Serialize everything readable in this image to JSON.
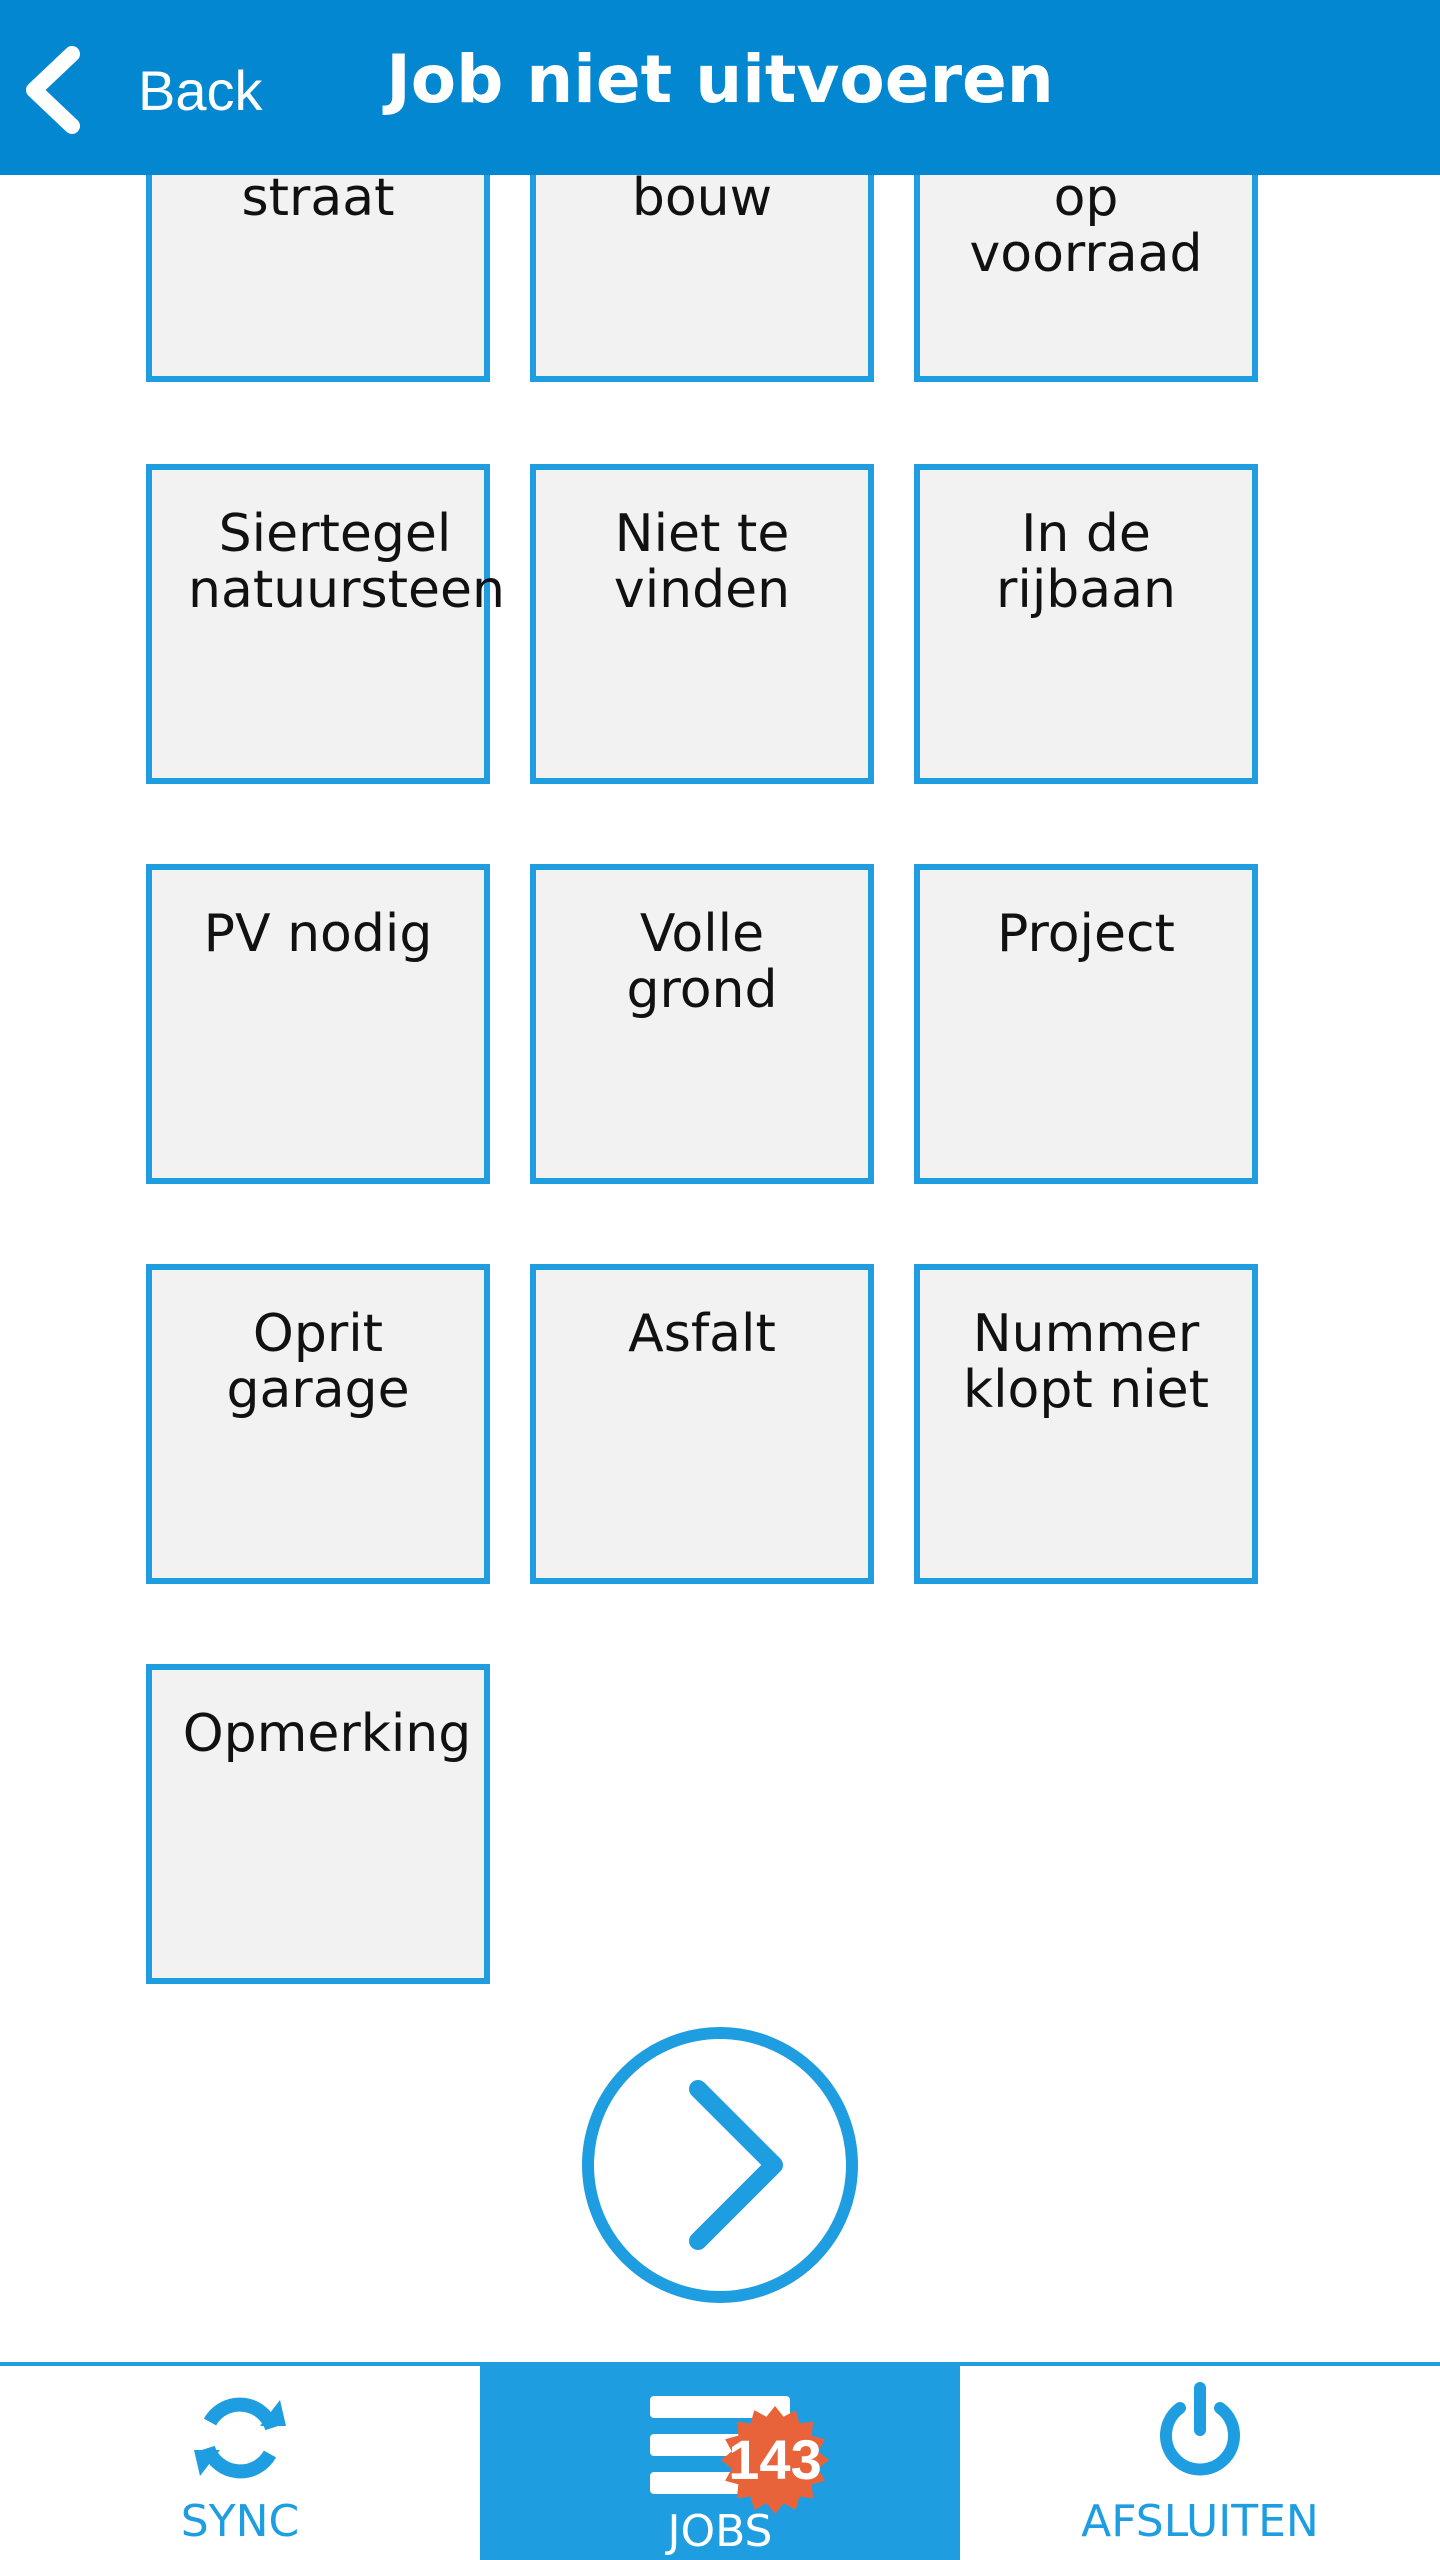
{
  "header": {
    "back_label": "Back",
    "title": "Job niet uitvoeren"
  },
  "tiles": [
    {
      "label": "straat"
    },
    {
      "label": "bouw"
    },
    {
      "label": "op\nvoorraad"
    },
    {
      "label": "Siertegel\nnatuursteen"
    },
    {
      "label": "Niet te\nvinden"
    },
    {
      "label": "In de\nrijbaan"
    },
    {
      "label": "PV nodig"
    },
    {
      "label": "Volle\ngrond"
    },
    {
      "label": "Project"
    },
    {
      "label": "Oprit\ngarage"
    },
    {
      "label": "Asfalt"
    },
    {
      "label": "Nummer\nklopt niet"
    },
    {
      "label": "Opmerking"
    }
  ],
  "next_button": {
    "icon": "chevron-right-icon"
  },
  "bottom_bar": {
    "sync_label": "SYNC",
    "jobs_label": "JOBS",
    "jobs_badge": "143",
    "close_label": "AFSLUITEN"
  },
  "colors": {
    "header_bg": "#0387d1",
    "accent": "#1e9ee0",
    "tile_bg": "#f2f2f2",
    "badge": "#e8633a"
  }
}
